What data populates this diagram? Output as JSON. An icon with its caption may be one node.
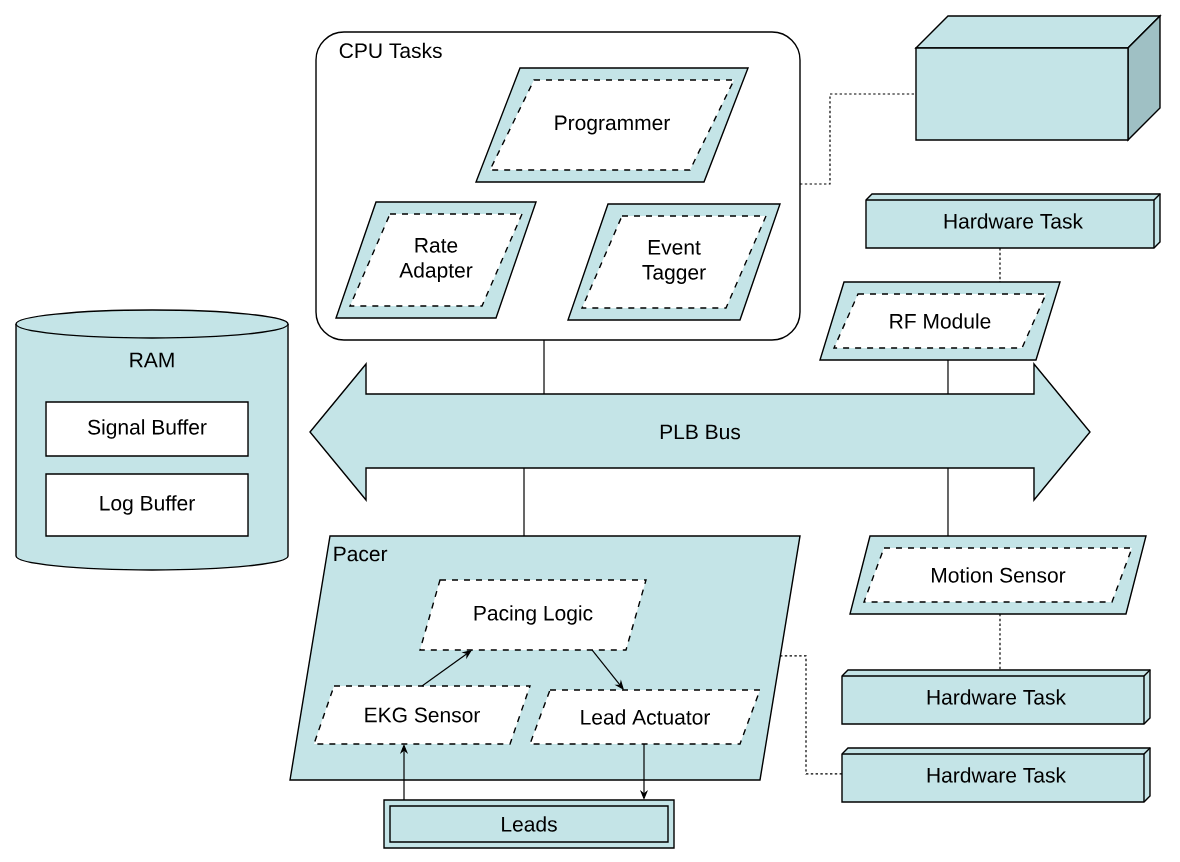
{
  "diagram": {
    "nodes": [
      {
        "text": [
          "CPU Tasks"
        ]
      },
      {
        "text": [
          "Programmer"
        ],
        "in": 0
      },
      {
        "text": [
          "Rate Adapter"
        ],
        "in": 0
      },
      {
        "text": [
          "Event Tagger"
        ],
        "in": 0
      },
      {
        "text": [],
        "shape": "box"
      },
      {
        "text": [
          "Hardware Task"
        ]
      },
      {
        "text": [
          "RF Module"
        ]
      },
      {
        "text": [
          "RAM"
        ]
      },
      {
        "text": [
          "Signal Buffer"
        ],
        "in": 7
      },
      {
        "text": [
          "Log Buffer"
        ],
        "in": 7
      },
      {
        "text": [
          "PLB Bus"
        ]
      },
      {
        "text": [
          "Pacer"
        ]
      },
      {
        "text": [
          "Pacing Logic"
        ],
        "in": 11
      },
      {
        "text": [
          "EKG Sensor"
        ],
        "in": 11
      },
      {
        "text": [
          "Lead Actuator"
        ],
        "in": 11
      },
      {
        "text": [
          "Motion Sensor"
        ]
      },
      {
        "text": [
          "Hardware Task"
        ]
      },
      {
        "text": [
          "Hardware Task"
        ]
      },
      {
        "text": [
          "Leads"
        ]
      }
    ],
    "edges": [
      {
        "from": 0,
        "to": 10,
        "arrow": "none"
      },
      {
        "from": 0,
        "to": 4,
        "arrow": "none",
        "style": "dashed"
      },
      {
        "from": 5,
        "to": 6,
        "arrow": "none",
        "style": "dashed"
      },
      {
        "from": 6,
        "to": 10,
        "arrow": "none"
      },
      {
        "from": 10,
        "to": 11,
        "arrow": "none"
      },
      {
        "from": 10,
        "to": 15,
        "arrow": "none"
      },
      {
        "from": 15,
        "to": 16,
        "arrow": "none",
        "style": "dashed"
      },
      {
        "from": 11,
        "to": 17,
        "arrow": "none",
        "style": "dashed"
      },
      {
        "from": 13,
        "to": 12,
        "arrow": "to"
      },
      {
        "from": 12,
        "to": 14,
        "arrow": "to"
      },
      {
        "from": 18,
        "to": 13,
        "arrow": "to"
      },
      {
        "from": 14,
        "to": 18,
        "arrow": "to"
      }
    ]
  }
}
